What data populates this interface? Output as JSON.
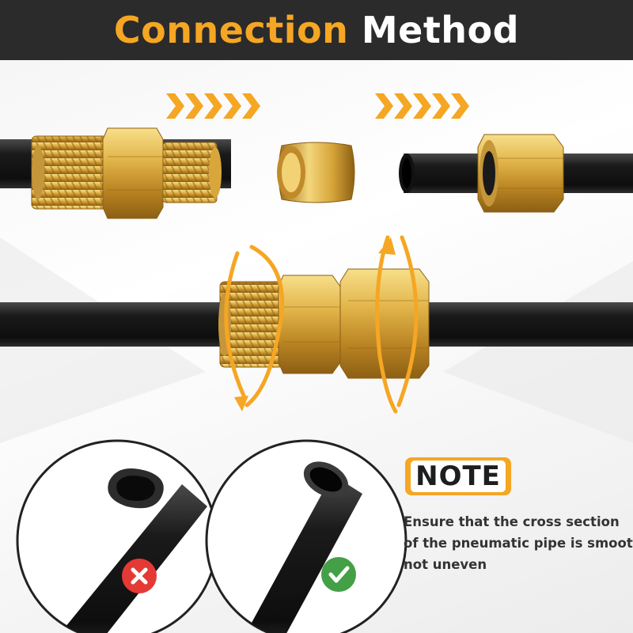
{
  "header": {
    "title_highlight": "Connection",
    "title_rest": "Method"
  },
  "colors": {
    "accent": "#f5a623",
    "header_bg": "#2b2b2b",
    "brass": "#d9a93c",
    "pipe": "#1e1e1e",
    "bad": "#e53935",
    "good": "#43a047"
  },
  "icons": {
    "step_arrows": "chevron-right-icon",
    "rotate": "rotate-arrow-icon",
    "bad_cut": "x-mark-icon",
    "good_cut": "check-mark-icon"
  },
  "note": {
    "label": "NOTE",
    "lines": [
      "Ensure that the cross section",
      "of the pneumatic pipe is smooth",
      "not uneven"
    ]
  }
}
